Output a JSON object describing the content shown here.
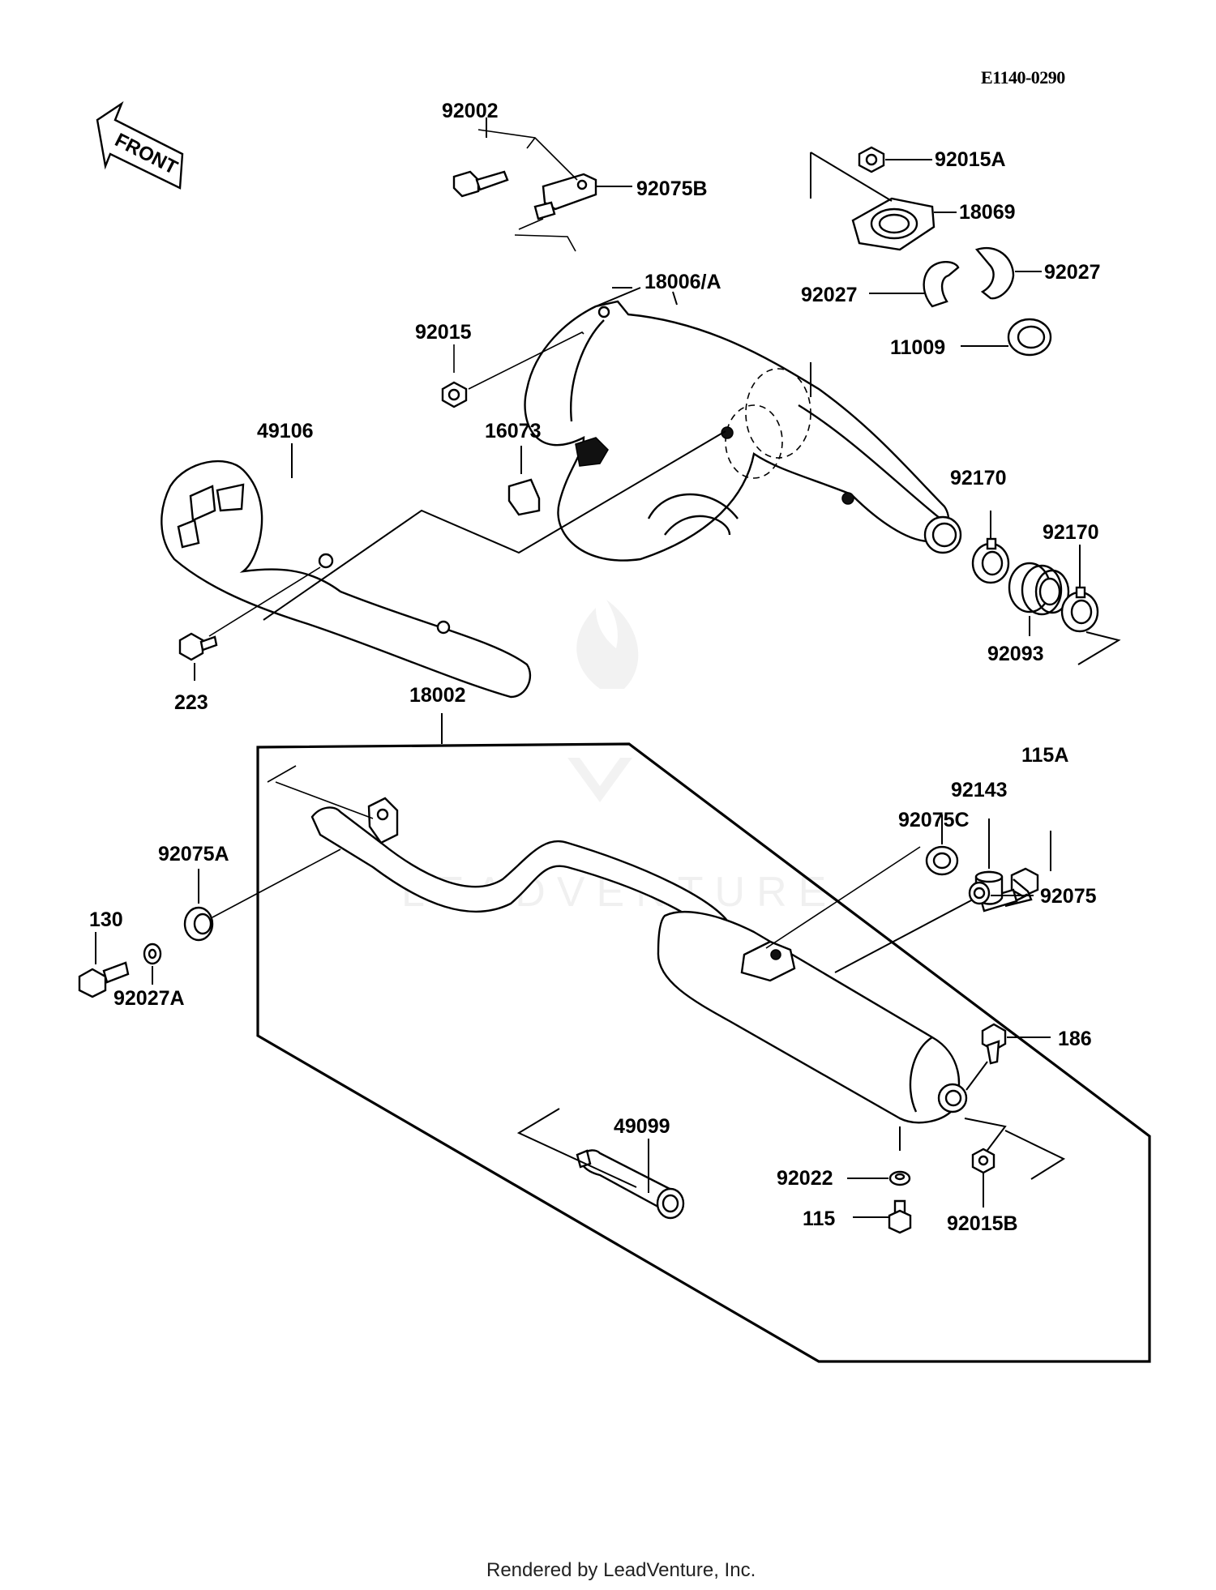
{
  "diagram_code": "E1140-0290",
  "front_arrow": "FRONT",
  "footer": "Rendered by LeadVenture, Inc.",
  "watermark": "LEADVENTURE",
  "labels": {
    "p92002": "92002",
    "p92075B": "92075B",
    "p92015A": "92015A",
    "p18069": "18069",
    "p92027_right": "92027",
    "p92027_left": "92027",
    "p11009": "11009",
    "p18006A": "18006/A",
    "p92015": "92015",
    "p16073": "16073",
    "p49106": "49106",
    "p223": "223",
    "p92170_a": "92170",
    "p92170_b": "92170",
    "p92093": "92093",
    "p18002": "18002",
    "p115A": "115A",
    "p92143": "92143",
    "p92075C": "92075C",
    "p92075A": "92075A",
    "p92075": "92075",
    "p130": "130",
    "p92027A": "92027A",
    "p186": "186",
    "p49099": "49099",
    "p92022": "92022",
    "p115": "115",
    "p92015B": "92015B"
  }
}
